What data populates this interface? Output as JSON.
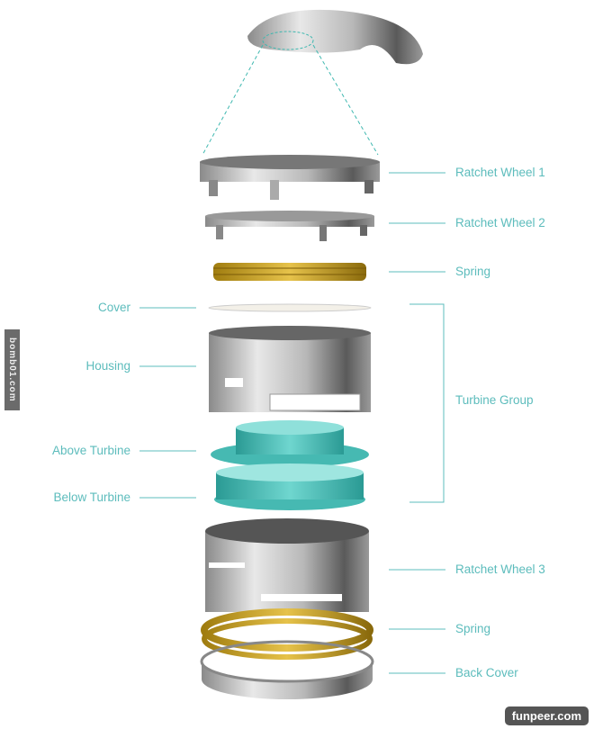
{
  "labels_right": {
    "ratchet_wheel_1": "Ratchet Wheel 1",
    "ratchet_wheel_2": "Ratchet Wheel 2",
    "spring_top": "Spring",
    "turbine_group": "Turbine Group",
    "ratchet_wheel_3": "Ratchet Wheel 3",
    "spring_bottom": "Spring",
    "back_cover": "Back Cover"
  },
  "labels_left": {
    "cover": "Cover",
    "housing": "Housing",
    "above_turbine": "Above Turbine",
    "below_turbine": "Below Turbine"
  },
  "watermarks": {
    "side": "bomb01.com",
    "corner": "funpeer.com"
  },
  "colors": {
    "label": "#5cbcbc",
    "teal_part": "#3fb8b0",
    "spring": "#c9a227"
  }
}
